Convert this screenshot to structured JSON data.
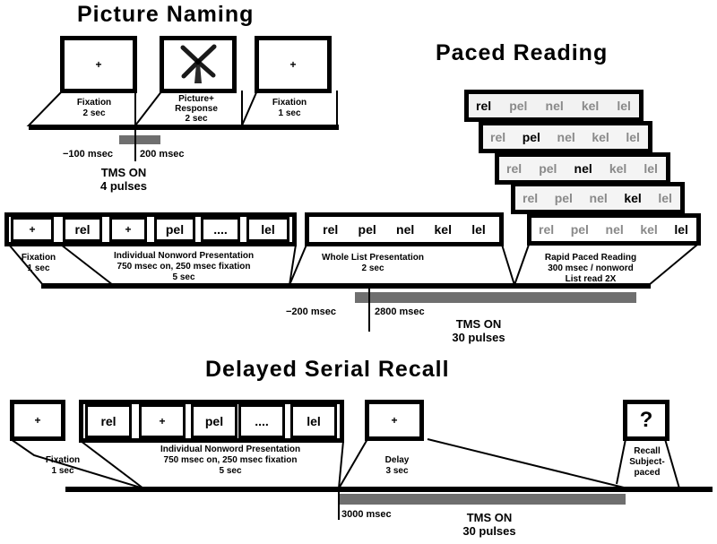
{
  "picture_naming": {
    "title": "Picture Naming",
    "fixation1_label": "Fixation",
    "fixation1_time": "2 sec",
    "picture_label1": "Picture+",
    "picture_label2": "Response",
    "picture_time": "2 sec",
    "fixation2_label": "Fixation",
    "fixation2_time": "1 sec",
    "pre_time": "−100 msec",
    "post_time": "200 msec",
    "tms_line1": "TMS ON",
    "tms_line2": "4 pulses",
    "plus_symbol": "+"
  },
  "paced_reading": {
    "title": "Paced Reading",
    "stack_rows": [
      [
        "rel",
        "pel",
        "nel",
        "kel",
        "lel"
      ],
      [
        "rel",
        "pel",
        "nel",
        "kel",
        "lel"
      ],
      [
        "rel",
        "pel",
        "nel",
        "kel",
        "lel"
      ],
      [
        "rel",
        "pel",
        "nel",
        "kel",
        "lel"
      ],
      [
        "rel",
        "pel",
        "nel",
        "kel",
        "lel"
      ]
    ],
    "individual_screens": [
      "+",
      "rel",
      "+",
      "pel",
      "....",
      "lel"
    ],
    "whole_list_words": [
      "rel",
      "pel",
      "nel",
      "kel",
      "lel"
    ],
    "fixation_label": "Fixation",
    "fixation_time": "1 sec",
    "individual_title": "Individual Nonword Presentation",
    "individual_detail": "750 msec on, 250 msec fixation",
    "individual_time": "5 sec",
    "whole_list_title": "Whole List Presentation",
    "whole_list_time": "2 sec",
    "rapid_title": "Rapid Paced Reading",
    "rapid_detail": "300 msec / nonword",
    "rapid_repeat": "List read 2X",
    "pre_time": "−200 msec",
    "post_time": "2800 msec",
    "tms_line1": "TMS ON",
    "tms_line2": "30 pulses"
  },
  "delayed_recall": {
    "title": "Delayed Serial Recall",
    "fixation_symbol": "+",
    "individual_screens": [
      "rel",
      "+",
      "pel",
      "....",
      "lel"
    ],
    "delay_symbol": "+",
    "recall_symbol": "?",
    "fixation_label": "Fixation",
    "fixation_time": "1 sec",
    "individual_title": "Individual Nonword Presentation",
    "individual_detail": "750 msec on, 250 msec fixation",
    "individual_time": "5 sec",
    "delay_label": "Delay",
    "delay_time": "3 sec",
    "recall_line1": "Recall",
    "recall_line2": "Subject-",
    "recall_line3": "paced",
    "onset_time": "3000 msec",
    "tms_line1": "TMS ON",
    "tms_line2": "30 pulses"
  },
  "colors": {
    "tms_bar": "#6f6f6f",
    "timeline": "#000000",
    "muted_text": "#8a8a8a"
  }
}
